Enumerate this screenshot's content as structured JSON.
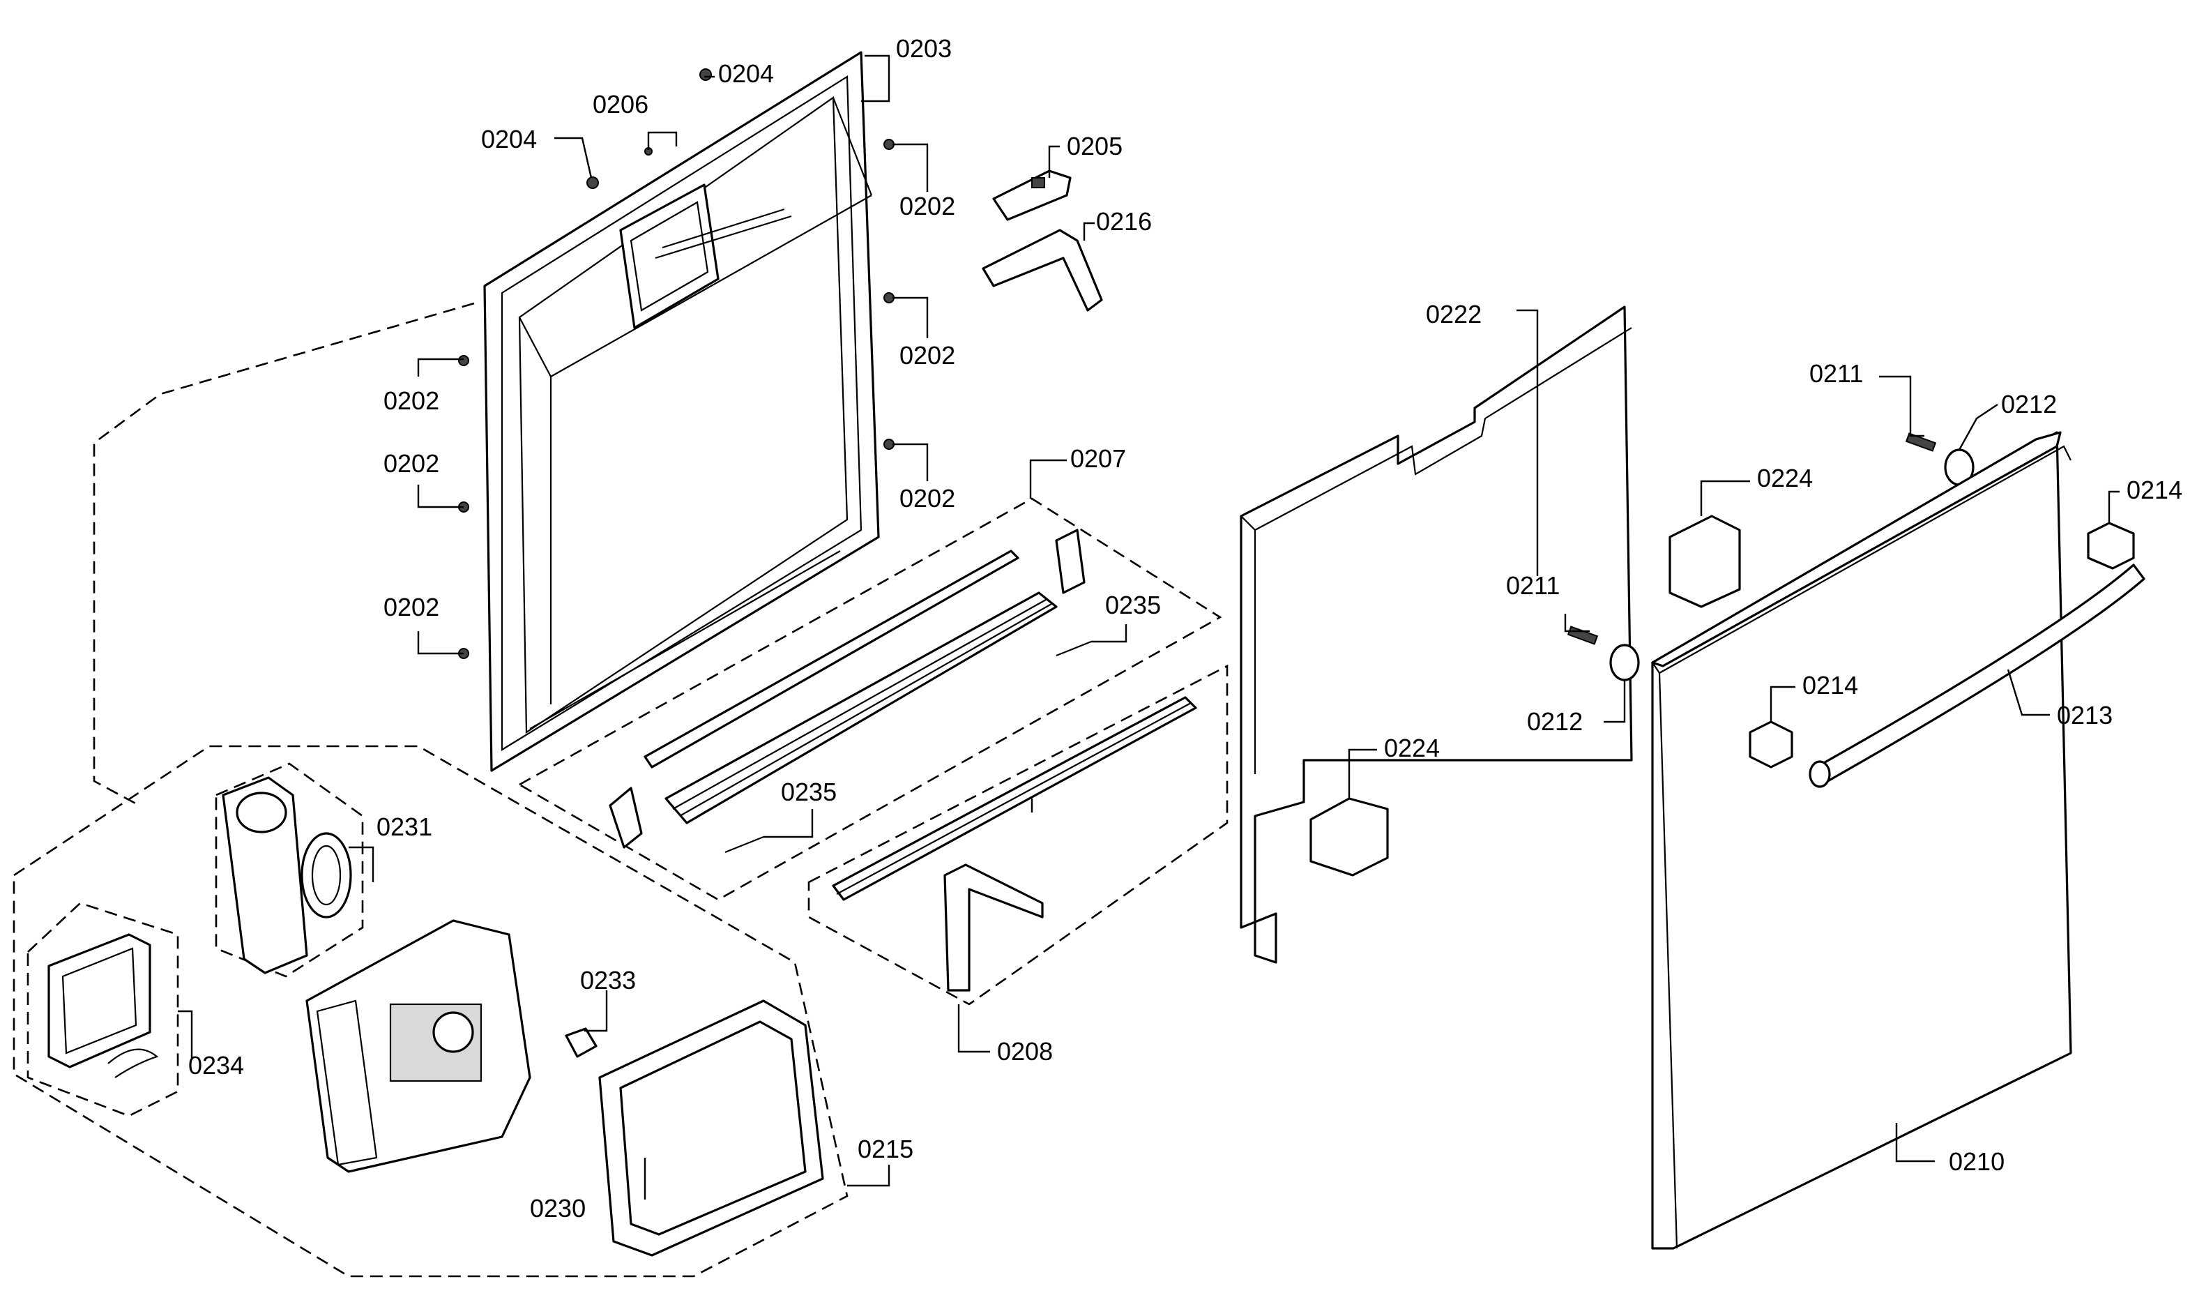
{
  "callouts": [
    {
      "id": "c0203",
      "text": "0203"
    },
    {
      "id": "c0204a",
      "text": "0204"
    },
    {
      "id": "c0206",
      "text": "0206"
    },
    {
      "id": "c0204b",
      "text": "0204"
    },
    {
      "id": "c0202a",
      "text": "0202"
    },
    {
      "id": "c0205",
      "text": "0205"
    },
    {
      "id": "c0216",
      "text": "0216"
    },
    {
      "id": "c0202b",
      "text": "0202"
    },
    {
      "id": "c0202c",
      "text": "0202"
    },
    {
      "id": "c0202d",
      "text": "0202"
    },
    {
      "id": "c0202e",
      "text": "0202"
    },
    {
      "id": "c0202f",
      "text": "0202"
    },
    {
      "id": "c0207",
      "text": "0207"
    },
    {
      "id": "c0235a",
      "text": "0235"
    },
    {
      "id": "c0235b",
      "text": "0235"
    },
    {
      "id": "c0222",
      "text": "0222"
    },
    {
      "id": "c0211a",
      "text": "0211"
    },
    {
      "id": "c0212a",
      "text": "0212"
    },
    {
      "id": "c0224a",
      "text": "0224"
    },
    {
      "id": "c0214a",
      "text": "0214"
    },
    {
      "id": "c0211b",
      "text": "0211"
    },
    {
      "id": "c0212b",
      "text": "0212"
    },
    {
      "id": "c0214b",
      "text": "0214"
    },
    {
      "id": "c0213",
      "text": "0213"
    },
    {
      "id": "c0224b",
      "text": "0224"
    },
    {
      "id": "c0231",
      "text": "0231"
    },
    {
      "id": "c0233",
      "text": "0233"
    },
    {
      "id": "c0234",
      "text": "0234"
    },
    {
      "id": "c0208",
      "text": "0208"
    },
    {
      "id": "c0215",
      "text": "0215"
    },
    {
      "id": "c0230",
      "text": "0230"
    },
    {
      "id": "c0210",
      "text": "0210"
    }
  ]
}
